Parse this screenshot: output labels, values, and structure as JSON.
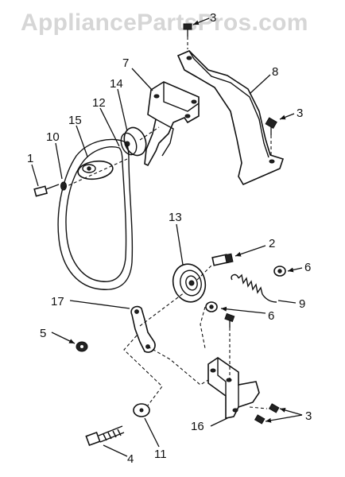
{
  "watermark": "AppliancePartsPros.com",
  "callouts": [
    {
      "id": "c3a",
      "text": "3"
    },
    {
      "id": "c7",
      "text": "7"
    },
    {
      "id": "c8",
      "text": "8"
    },
    {
      "id": "c14",
      "text": "14"
    },
    {
      "id": "c12",
      "text": "12"
    },
    {
      "id": "c3b",
      "text": "3"
    },
    {
      "id": "c15",
      "text": "15"
    },
    {
      "id": "c10",
      "text": "10"
    },
    {
      "id": "c1",
      "text": "1"
    },
    {
      "id": "c13",
      "text": "13"
    },
    {
      "id": "c2",
      "text": "2"
    },
    {
      "id": "c6a",
      "text": "6"
    },
    {
      "id": "c9",
      "text": "9"
    },
    {
      "id": "c17",
      "text": "17"
    },
    {
      "id": "c6b",
      "text": "6"
    },
    {
      "id": "c5",
      "text": "5"
    },
    {
      "id": "c16",
      "text": "16"
    },
    {
      "id": "c3c",
      "text": "3"
    },
    {
      "id": "c11",
      "text": "11"
    },
    {
      "id": "c4",
      "text": "4"
    }
  ]
}
